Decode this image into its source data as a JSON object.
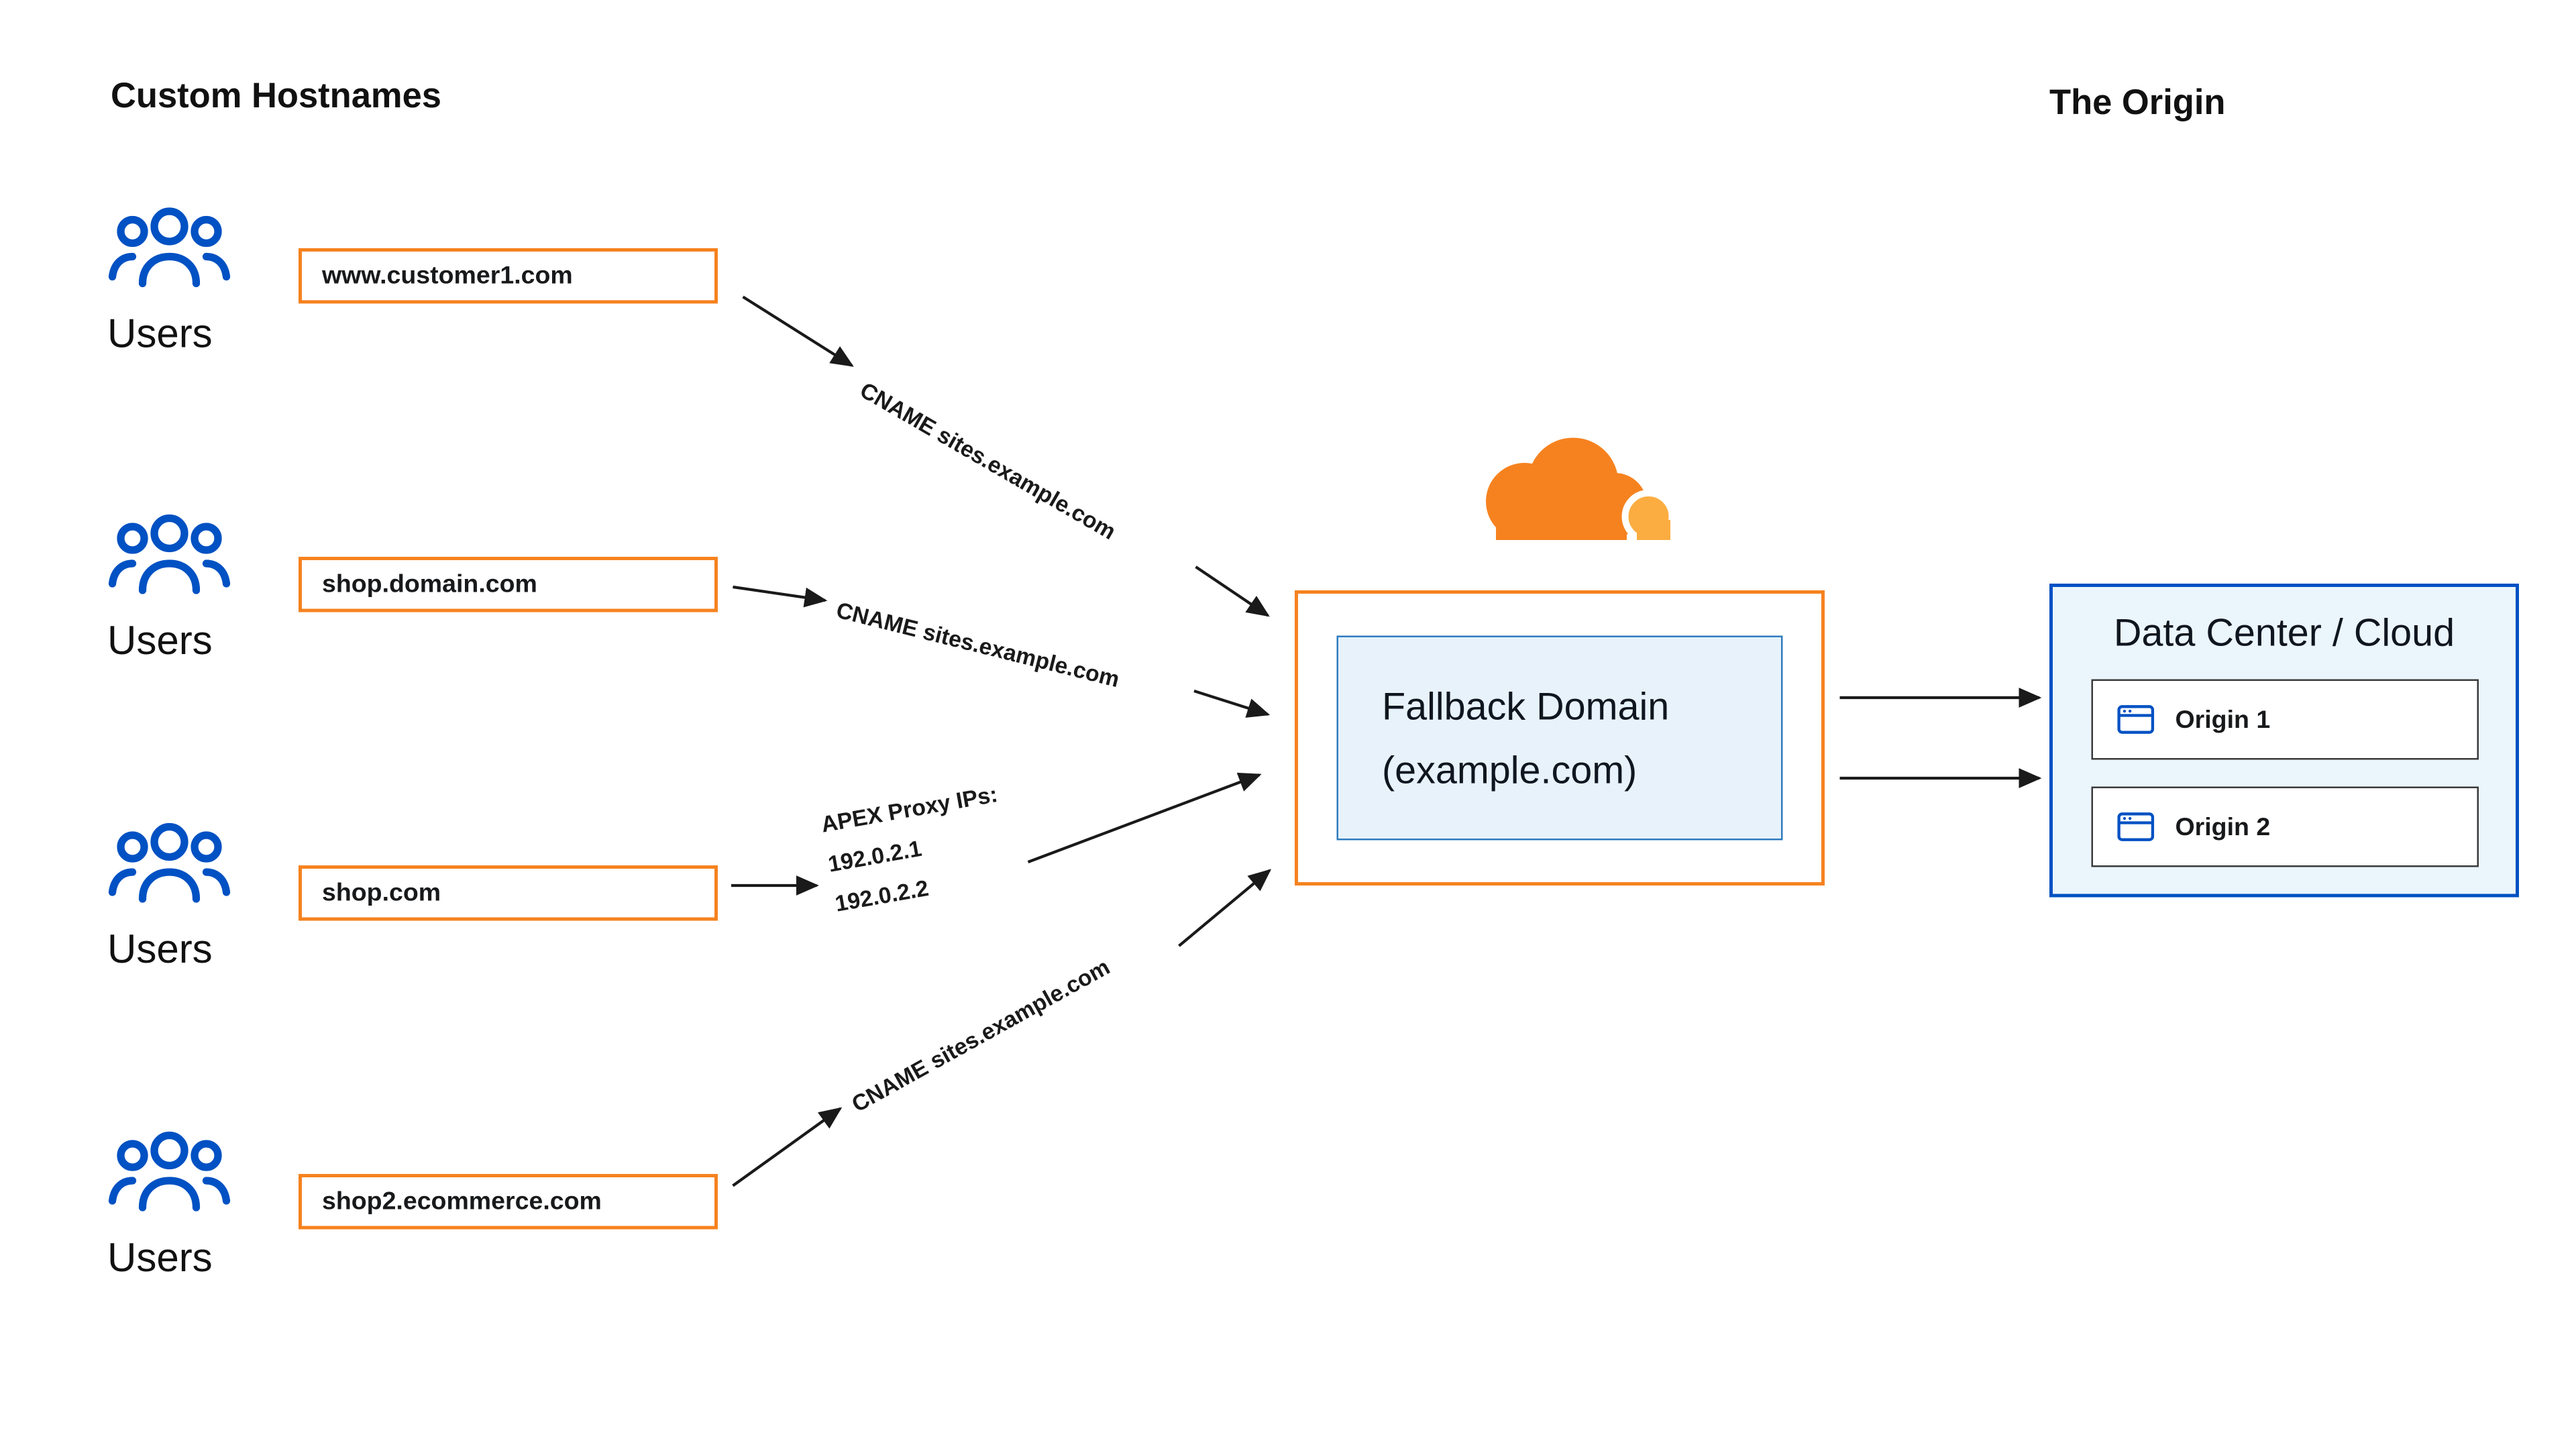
{
  "headers": {
    "left": "Custom Hostnames",
    "right": "The Origin"
  },
  "groups": [
    {
      "user_label": "Users",
      "hostname": "www.customer1.com"
    },
    {
      "user_label": "Users",
      "hostname": "shop.domain.com"
    },
    {
      "user_label": "Users",
      "hostname": "shop.com"
    },
    {
      "user_label": "Users",
      "hostname": "shop2.ecommerce.com"
    }
  ],
  "edge_labels": {
    "cname1": "CNAME sites.example.com",
    "cname2": "CNAME sites.example.com",
    "apex_title": "APEX Proxy IPs:",
    "apex_ip1": "192.0.2.1",
    "apex_ip2": "192.0.2.2",
    "cname3": "CNAME sites.example.com"
  },
  "fallback": {
    "line1": "Fallback Domain",
    "line2": "(example.com)"
  },
  "origin": {
    "title": "Data Center / Cloud",
    "items": [
      {
        "label": "Origin 1"
      },
      {
        "label": "Origin 2"
      }
    ]
  },
  "colors": {
    "accent_orange": "#f6821f",
    "accent_orange_light": "#fbad41",
    "accent_blue": "#0051c3",
    "panel_fill": "#ebf5fc",
    "fallback_fill": "#e7f2fb"
  }
}
